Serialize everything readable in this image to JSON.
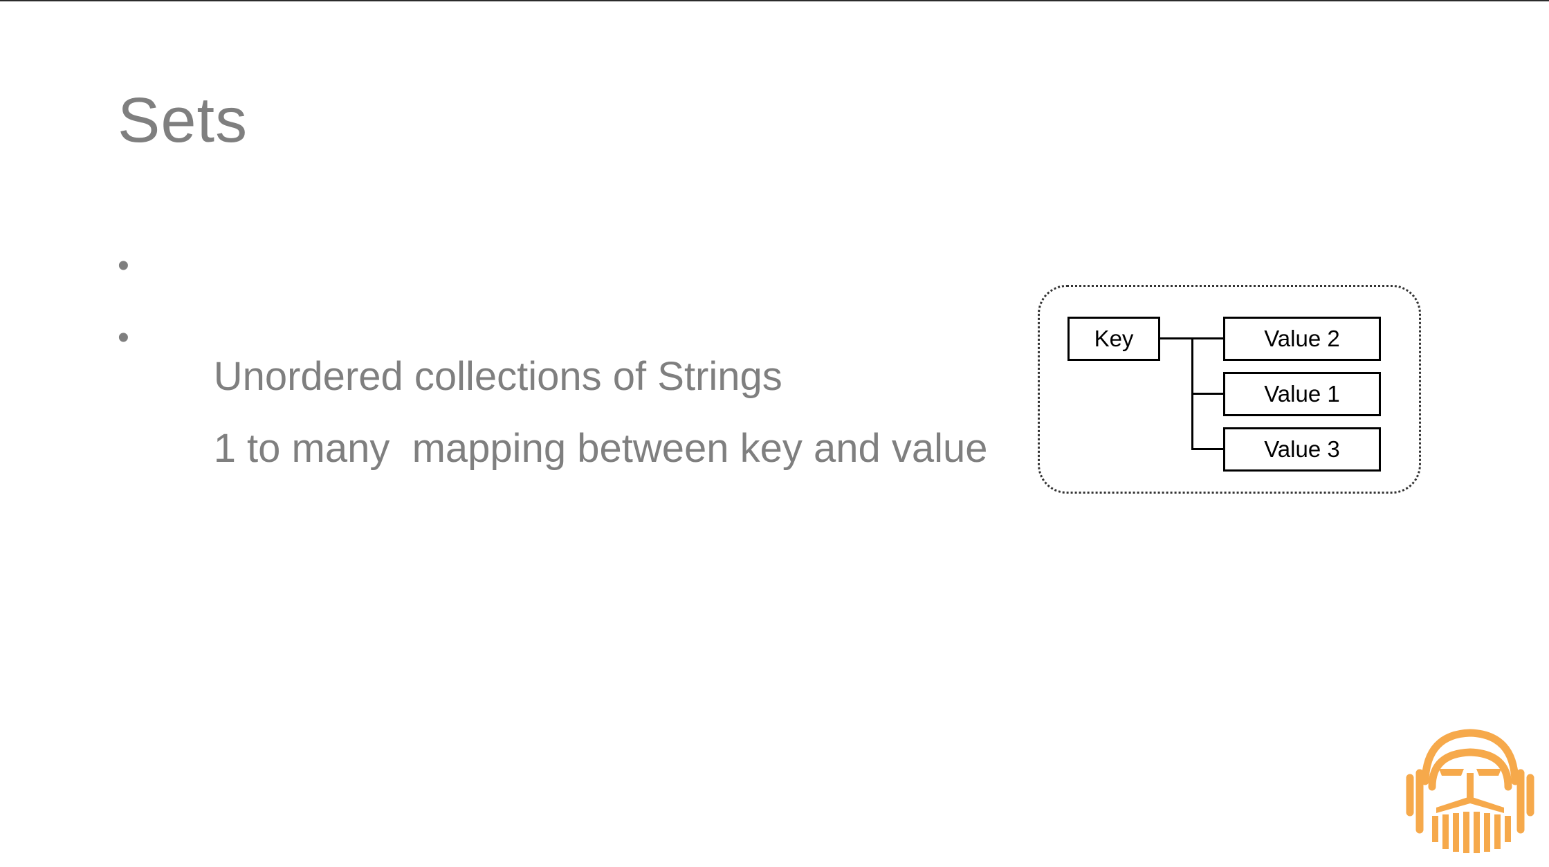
{
  "slide": {
    "title": "Sets",
    "bullets": [
      "Unordered collections of Strings",
      "1 to many  mapping between key and value"
    ],
    "bullet_glyph": "•"
  },
  "diagram": {
    "key_label": "Key",
    "values": [
      "Value 2",
      "Value 1",
      "Value 3"
    ]
  },
  "colors": {
    "text_gray": "#7f7f7f",
    "logo_orange": "#f6a94b"
  },
  "icons": {
    "logo": "bearded-face-logo-icon"
  }
}
